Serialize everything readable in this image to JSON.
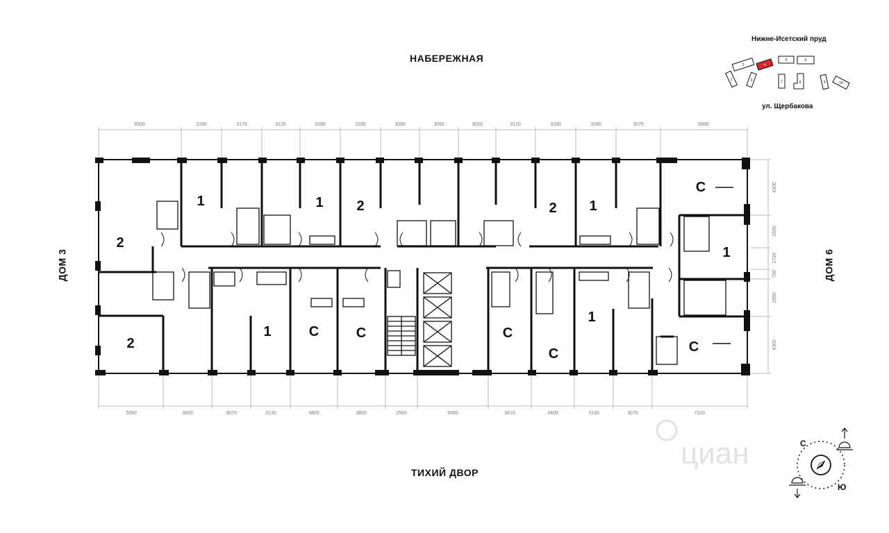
{
  "labels": {
    "top": "НАБЕРЕЖНАЯ",
    "bottom": "ТИХИЙ ДВОР",
    "left": "ДОМ 3",
    "right": "ДОМ 6"
  },
  "site_map": {
    "top_label": "Нижне-Исетский пруд",
    "bottom_label": "ул. Щербакова",
    "buildings": [
      "1",
      "2",
      "3",
      "4",
      "5",
      "6",
      "7",
      "8",
      "9",
      "10"
    ],
    "highlight": "4",
    "highlight_color": "#d9252a"
  },
  "dimensions": {
    "top": [
      "6500",
      "3180",
      "3170",
      "3120",
      "3180",
      "3180",
      "3090",
      "3050",
      "3020",
      "3120",
      "3180",
      "3180",
      "3570",
      "6690"
    ],
    "bottom": [
      "5060",
      "3830",
      "3070",
      "3130",
      "3800",
      "3800",
      "2560",
      "5660",
      "3410",
      "3400",
      "3130",
      "3070",
      "7310"
    ],
    "right": [
      "4300",
      "2550",
      "1720",
      "750",
      "2950",
      "4300"
    ]
  },
  "apartments": {
    "top_row": [
      "2",
      "1",
      "1",
      "2",
      "2",
      "1",
      "С",
      "1"
    ],
    "bottom_row": [
      "2",
      "1",
      "С",
      "С",
      "С",
      "С",
      "1",
      "С"
    ]
  },
  "compass": {
    "north": "С",
    "south": "Ю"
  },
  "watermark": "циан",
  "colors": {
    "wall": "#111111",
    "line": "#111111",
    "dim": "#bbbbbb",
    "accent": "#d9252a"
  }
}
